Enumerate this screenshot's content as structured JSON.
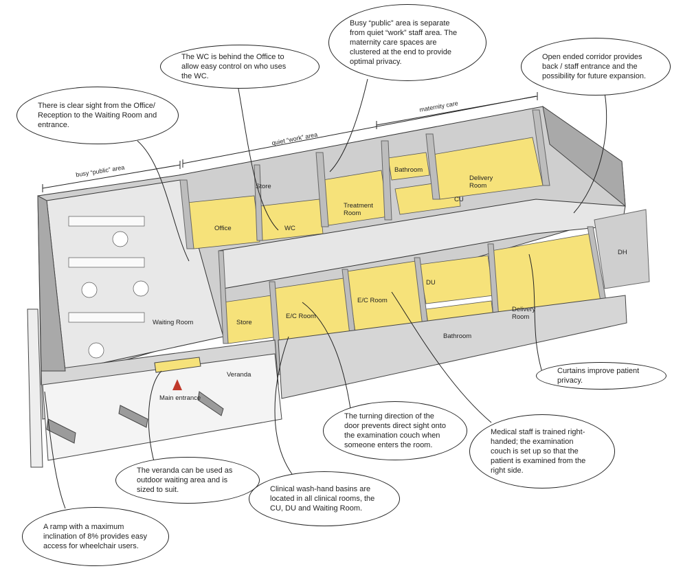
{
  "callouts": {
    "public_work": "Busy “public” area is separate from quiet “work” staff area. The maternity care spaces are clustered at the end to provide optimal privacy.",
    "wc_office": "The WC is behind the Office to allow easy control on who uses the WC.",
    "sight_reception": "There is clear sight from the Office/ Reception to the Waiting Room and entrance.",
    "corridor": "Open ended corridor provides back / staff entrance and the possibility for future expansion.",
    "curtains": "Curtains improve patient privacy.",
    "door_direction": "The turning direction of the door prevents direct sight onto the examination couch when someone enters the room.",
    "right_handed": "Medical staff is trained right-handed; the examination couch is set up so that the patient is examined from the right side.",
    "veranda_waiting": "The veranda can be used as outdoor waiting area and is sized to suit.",
    "wash_basins": "Clinical wash-hand basins are located in all clinical rooms, the CU, DU and Waiting Room.",
    "ramp": "A ramp with a maximum inclination of 8% provides easy access for wheelchair users."
  },
  "zones": {
    "public": "busy “public” area",
    "work": "quiet “work” area",
    "maternity": "maternity care"
  },
  "rooms": {
    "store_top": "Store",
    "office": "Office",
    "wc": "WC",
    "treatment": "Treatment Room",
    "bathroom_top": "Bathroom",
    "cu": "CU",
    "delivery_top": "Delivery Room",
    "dh": "DH",
    "waiting": "Waiting Room",
    "store_bottom": "Store",
    "ec_room_1": "E/C Room",
    "ec_room_2": "E/C Room",
    "du": "DU",
    "bathroom_bottom": "Bathroom",
    "delivery_bottom": "Delivery Room",
    "veranda": "Veranda",
    "main_entrance": "Main entrance"
  },
  "colors": {
    "room_fill": "#f6e27a",
    "wall": "#d9d9d9",
    "wall_dark": "#9e9e9e",
    "floor_grey": "#e6e6e6",
    "entrance_marker": "#c0392b"
  }
}
